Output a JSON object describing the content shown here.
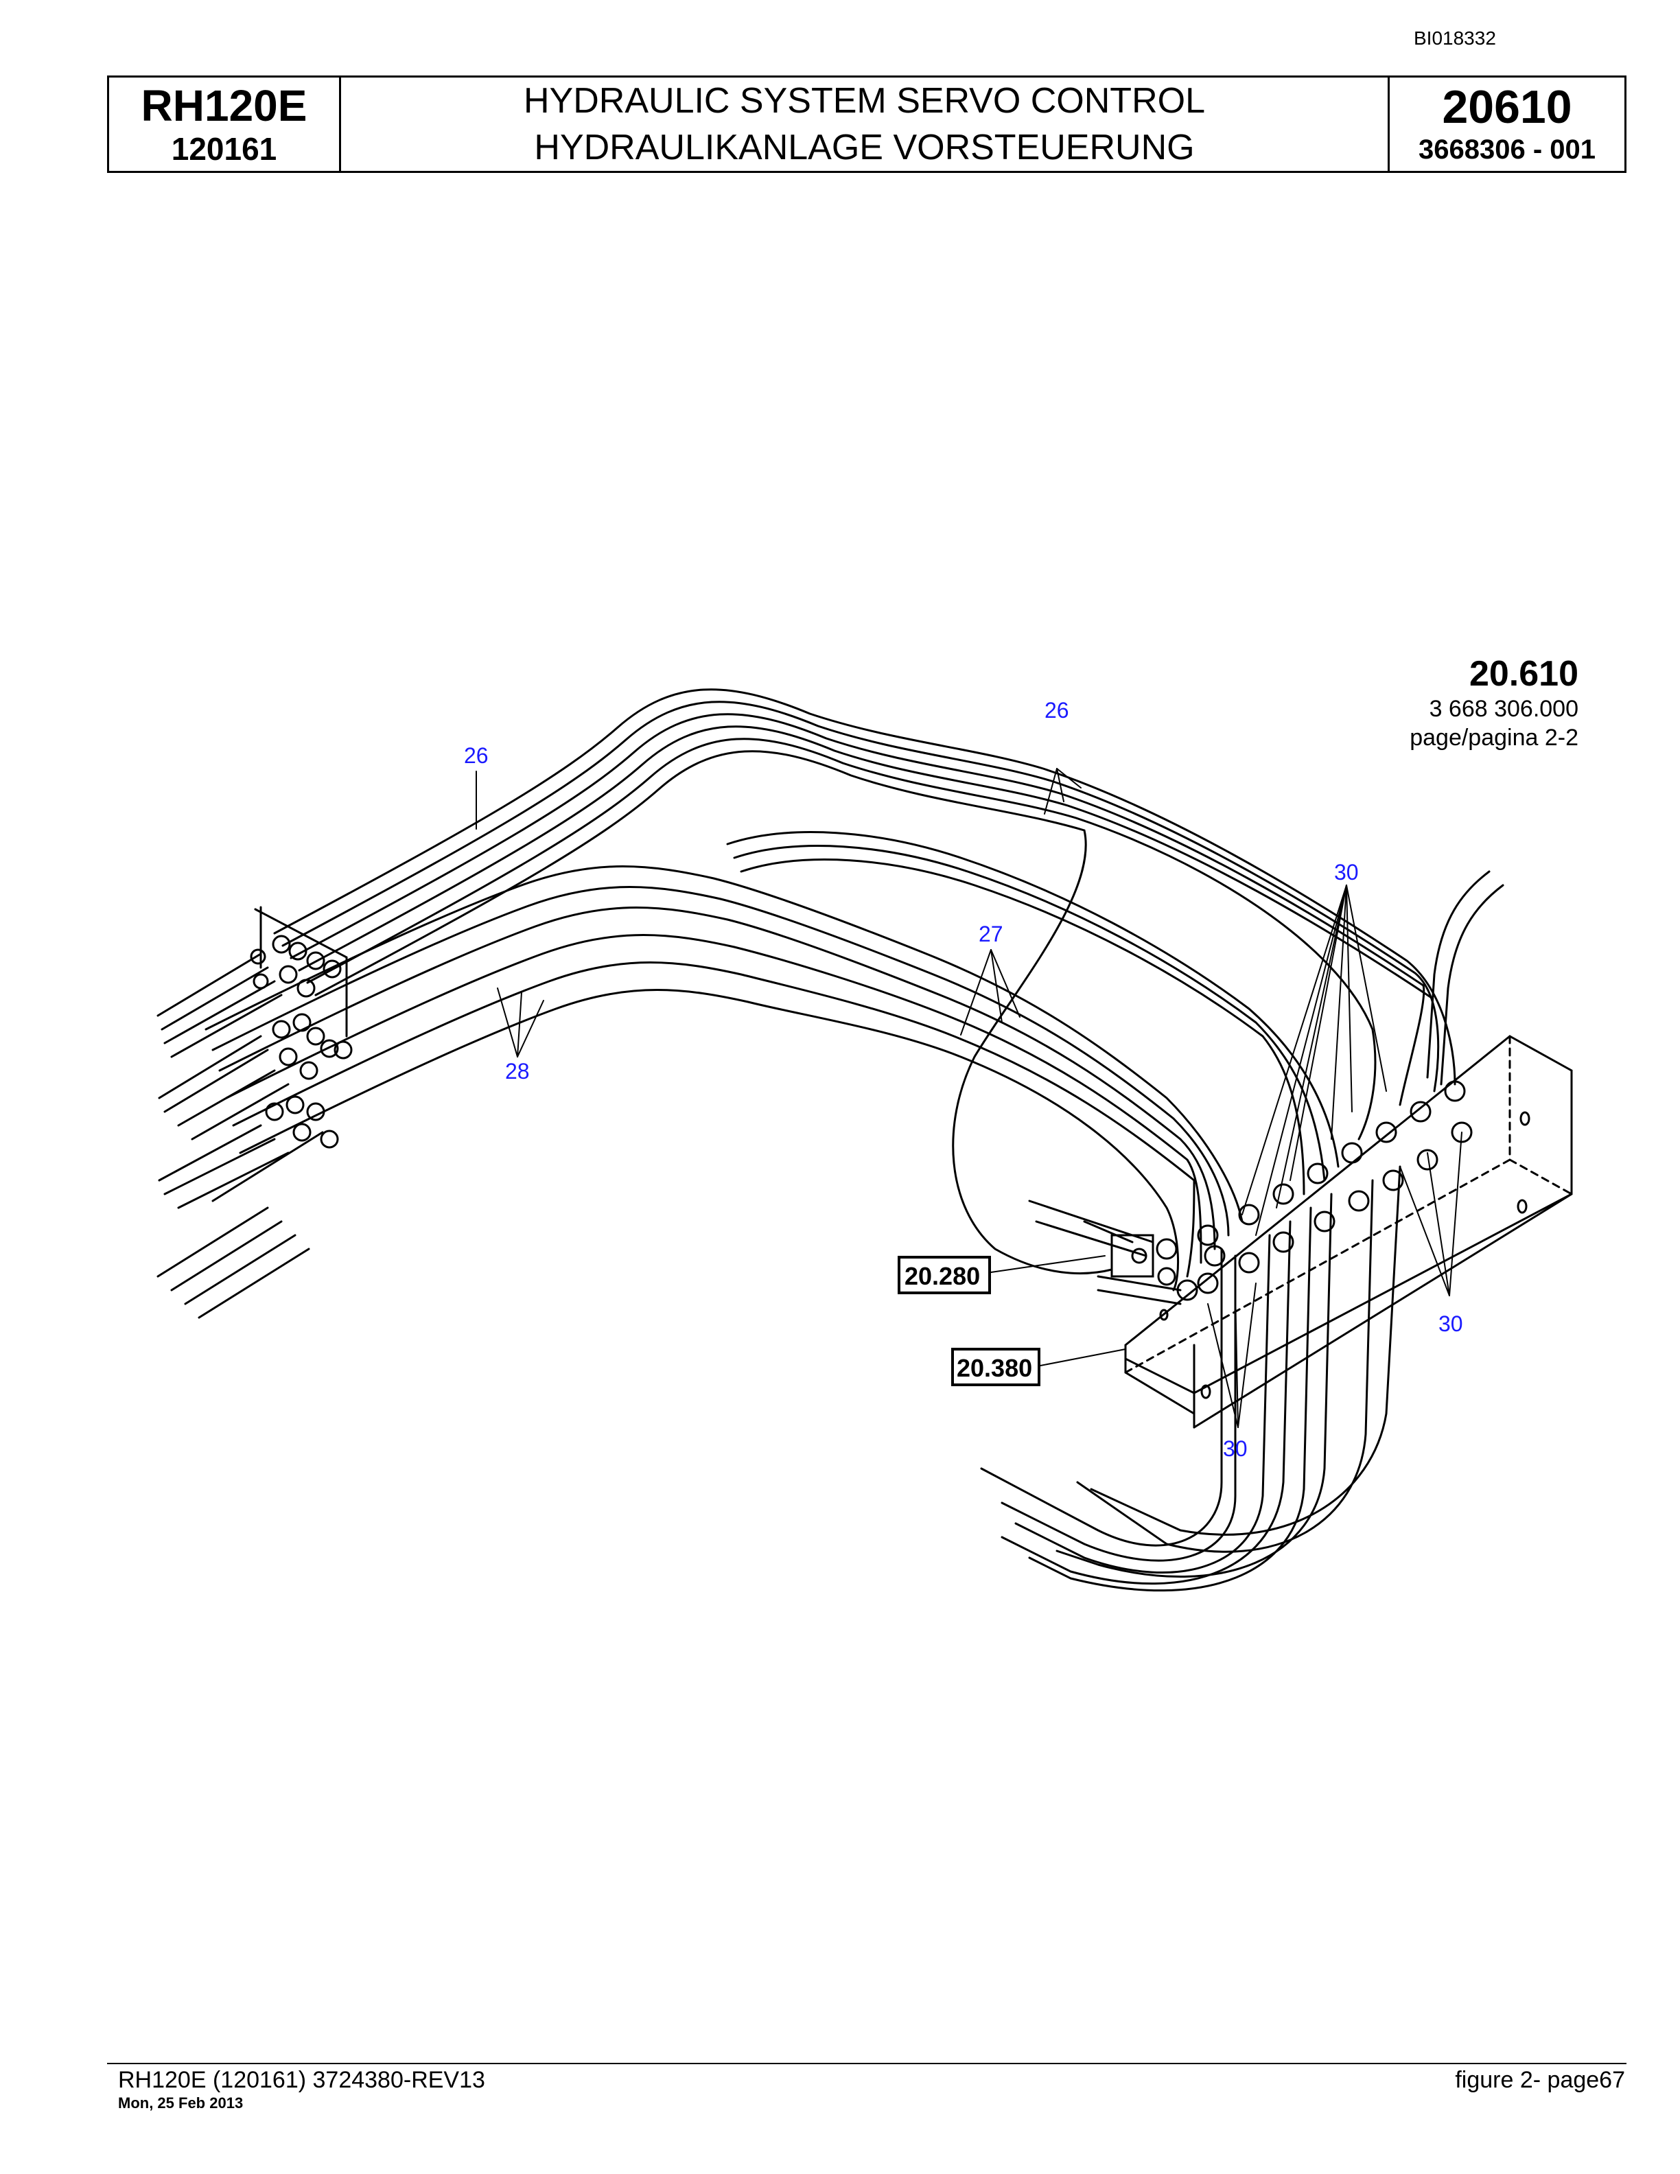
{
  "doc_code": "BI018332",
  "header": {
    "model": "RH120E",
    "serial": "120161",
    "title_en": "HYDRAULIC SYSTEM SERVO CONTROL",
    "title_de": "HYDRAULIKANLAGE VORSTEUERUNG",
    "group_number": "20610",
    "part_number": "3668306  - 001"
  },
  "figure_ref": {
    "number": "20.610",
    "part": "3 668 306.000",
    "page": "page/pagina 2-2"
  },
  "callouts": {
    "c26a": "26",
    "c26b": "26",
    "c27": "27",
    "c28": "28",
    "c30a": "30",
    "c30b": "30",
    "c30c": "30"
  },
  "ref_boxes": {
    "r1": "20.280",
    "r2": "20.380"
  },
  "footer": {
    "left": "RH120E (120161) 3724380-REV13",
    "date": "Mon, 25 Feb 2013",
    "right": "figure  2- page67"
  }
}
